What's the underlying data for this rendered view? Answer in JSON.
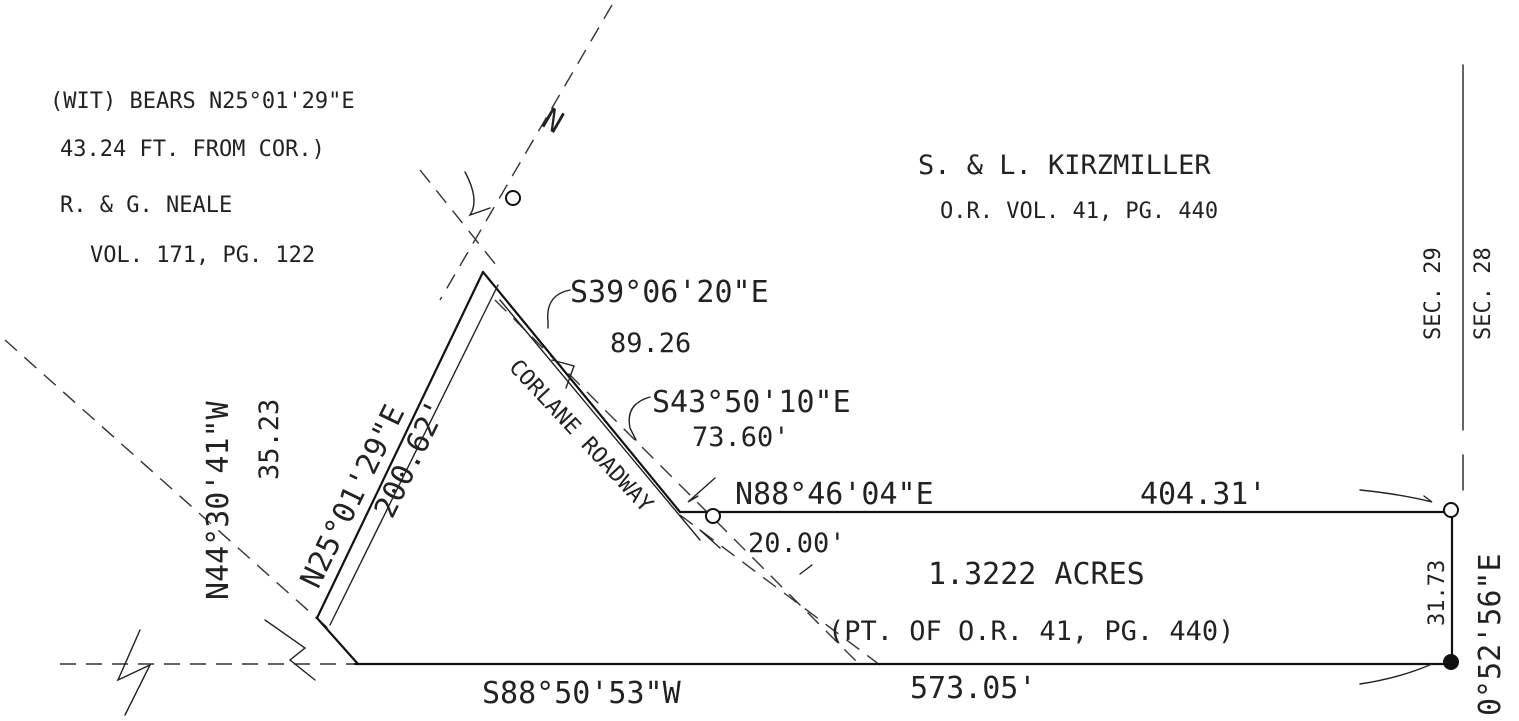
{
  "labels": {
    "witness_line1": "(WIT) BEARS N25°01'29\"E",
    "witness_line2": "43.24 FT. FROM COR.)",
    "owner_west_name": "R. & G. NEALE",
    "owner_west_deed": "VOL. 171, PG. 122",
    "owner_east_name": "S. & L. KIRZMILLER",
    "owner_east_deed": "O.R. VOL. 41, PG. 440",
    "north_arrow": "N",
    "sec_29": "SEC. 29",
    "sec_28": "SEC. 28",
    "road_name": "CORLANE ROADWAY",
    "acreage": "1.3222 ACRES",
    "acreage_note": "(PT. OF O.R. 41, PG. 440)"
  },
  "courses": {
    "west_tie_bearing": "N44°30'41\"W",
    "west_tie_distance": "35.23",
    "nw_bearing": "N25°01'29\"E",
    "nw_distance": "200.62'",
    "ne1_bearing": "S39°06'20\"E",
    "ne1_distance": "89.26",
    "ne2_bearing": "S43°50'10\"E",
    "ne2_distance": "73.60'",
    "north_line_bearing": "N88°46'04\"E",
    "north_line_distance": "404.31'",
    "road_width": "20.00'",
    "south_line_bearing": "S88°50'53\"W",
    "south_line_distance": "573.05'",
    "east_bearing": "0°52'56\"E",
    "east_distance": "31.73"
  }
}
